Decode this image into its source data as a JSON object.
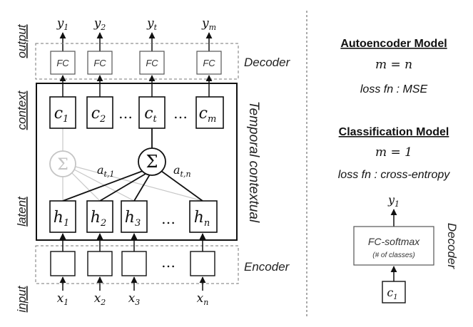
{
  "side_labels": {
    "output": "output",
    "context": "context",
    "latent": "latent",
    "input": "input"
  },
  "outputs": {
    "y1": {
      "base": "y",
      "sub": "1"
    },
    "y2": {
      "base": "y",
      "sub": "2"
    },
    "yt": {
      "base": "y",
      "sub": "t"
    },
    "ym": {
      "base": "y",
      "sub": "m"
    }
  },
  "fc_label": "FC",
  "decoder_label": "Decoder",
  "encoder_label": "Encoder",
  "temporal_label": "Temporal contextual",
  "context": {
    "c1": {
      "base": "c",
      "sub": "1"
    },
    "c2": {
      "base": "c",
      "sub": "2"
    },
    "ct": {
      "base": "c",
      "sub": "t"
    },
    "cm": {
      "base": "c",
      "sub": "m"
    }
  },
  "ellipsis": "…",
  "sigma": "Σ",
  "weights": {
    "at1": {
      "base": "a",
      "sub": "t,1"
    },
    "atn": {
      "base": "a",
      "sub": "t,n"
    }
  },
  "latent": {
    "h1": {
      "base": "h",
      "sub": "1"
    },
    "h2": {
      "base": "h",
      "sub": "2"
    },
    "h3": {
      "base": "h",
      "sub": "3"
    },
    "hn": {
      "base": "h",
      "sub": "n"
    }
  },
  "inputs": {
    "x1": {
      "base": "x",
      "sub": "1"
    },
    "x2": {
      "base": "x",
      "sub": "2"
    },
    "x3": {
      "base": "x",
      "sub": "3"
    },
    "xn": {
      "base": "x",
      "sub": "n"
    }
  },
  "right_panel": {
    "autoencoder_title": "Autoencoder Model",
    "autoencoder_eq": "m = n",
    "autoencoder_loss": "loss fn : MSE",
    "classification_title": "Classification Model",
    "classification_eq": "m = 1",
    "classification_loss": "loss fn : cross-entropy",
    "y1": {
      "base": "y",
      "sub": "1"
    },
    "fc_softmax": "FC-softmax",
    "num_classes": "(# of classes)",
    "decoder_label": "Decoder",
    "c1": {
      "base": "c",
      "sub": "1"
    }
  }
}
